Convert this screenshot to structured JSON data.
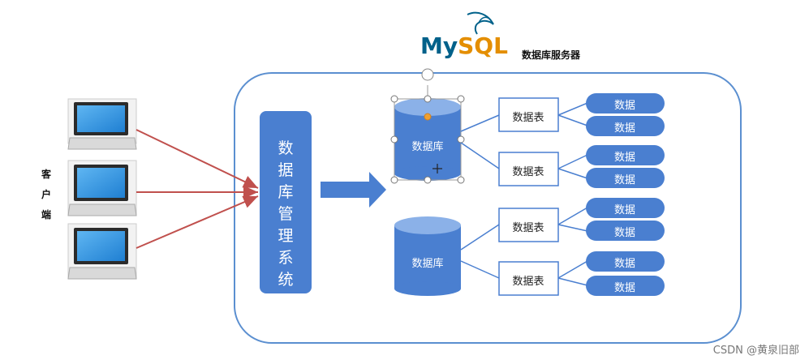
{
  "logo": {
    "my": "My",
    "sql": "SQL"
  },
  "server_label": "数据库服务器",
  "client_label": [
    "客",
    "户",
    "端"
  ],
  "dbms_label": [
    "数",
    "据",
    "库",
    "管",
    "理",
    "系",
    "统"
  ],
  "databases": [
    {
      "label": "数据库",
      "tables": [
        {
          "label": "数据表",
          "data": [
            "数据",
            "数据"
          ]
        },
        {
          "label": "数据表",
          "data": [
            "数据",
            "数据"
          ]
        }
      ]
    },
    {
      "label": "数据库",
      "tables": [
        {
          "label": "数据表",
          "data": [
            "数据",
            "数据"
          ]
        },
        {
          "label": "数据表",
          "data": [
            "数据",
            "数据"
          ]
        }
      ]
    }
  ],
  "watermark": "CSDN @黄泉旧部",
  "colors": {
    "blue": "#4a7fd0",
    "arrow_red": "#c0504d",
    "border": "#5b8fd0",
    "cylinder_top": "#8bb1e8"
  }
}
